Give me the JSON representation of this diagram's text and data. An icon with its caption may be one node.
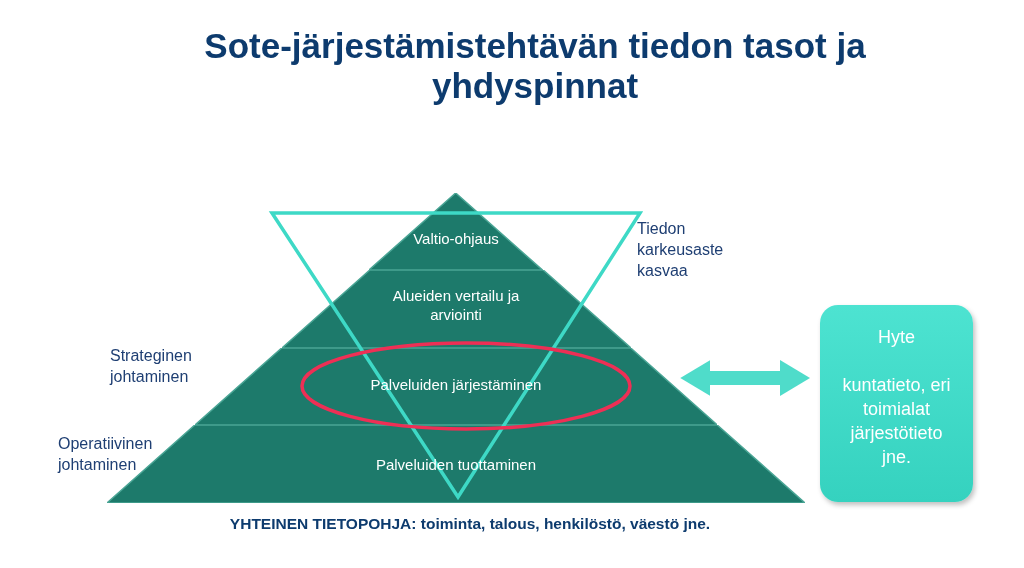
{
  "diagram": {
    "title": "Sote-järjestämistehtävän tiedon tasot ja yhdyspinnat",
    "nodes": [
      {
        "text": [
          "Valtio-ohjaus"
        ]
      },
      {
        "text": [
          "Alueiden vertailu ja arviointi"
        ]
      },
      {
        "text": [
          "Palveluiden järjestäminen"
        ]
      },
      {
        "text": [
          "Palveluiden tuottaminen"
        ]
      },
      {
        "text": [
          "Hyte",
          "kuntatieto, eri toimialat järjestötieto jne."
        ]
      }
    ],
    "edges": [
      {
        "from": 2,
        "to": 4,
        "arrow": "both"
      }
    ],
    "labels": [
      "Tiedon karkeusaste kasvaa",
      "Strateginen johtaminen",
      "Operatiivinen johtaminen",
      "YHTEINEN TIETOPOHJA: toiminta, talous, henkilöstö, väestö jne."
    ]
  }
}
